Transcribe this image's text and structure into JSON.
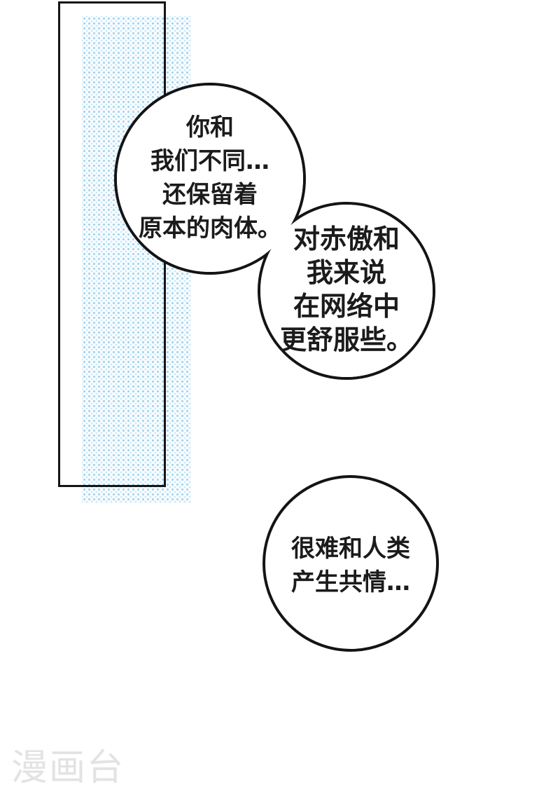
{
  "page_type": "comic-page",
  "colors": {
    "background": "#ffffff",
    "line_art": "#141414",
    "text": "#1b1b1b",
    "screentone_dot": "#78c0e4",
    "watermark": "#e3e3e3"
  },
  "bubbles": [
    {
      "id": "bubble-1",
      "lines": [
        "你和",
        "我们不同…",
        "还保留着",
        "原本的肉体。"
      ]
    },
    {
      "id": "bubble-2",
      "lines": [
        "对赤傲和",
        "我来说",
        "在网络中",
        "更舒服些。"
      ]
    },
    {
      "id": "bubble-3",
      "lines": [
        "很难和人类",
        "产生共情…"
      ]
    }
  ],
  "watermark": {
    "text": "漫画台"
  }
}
